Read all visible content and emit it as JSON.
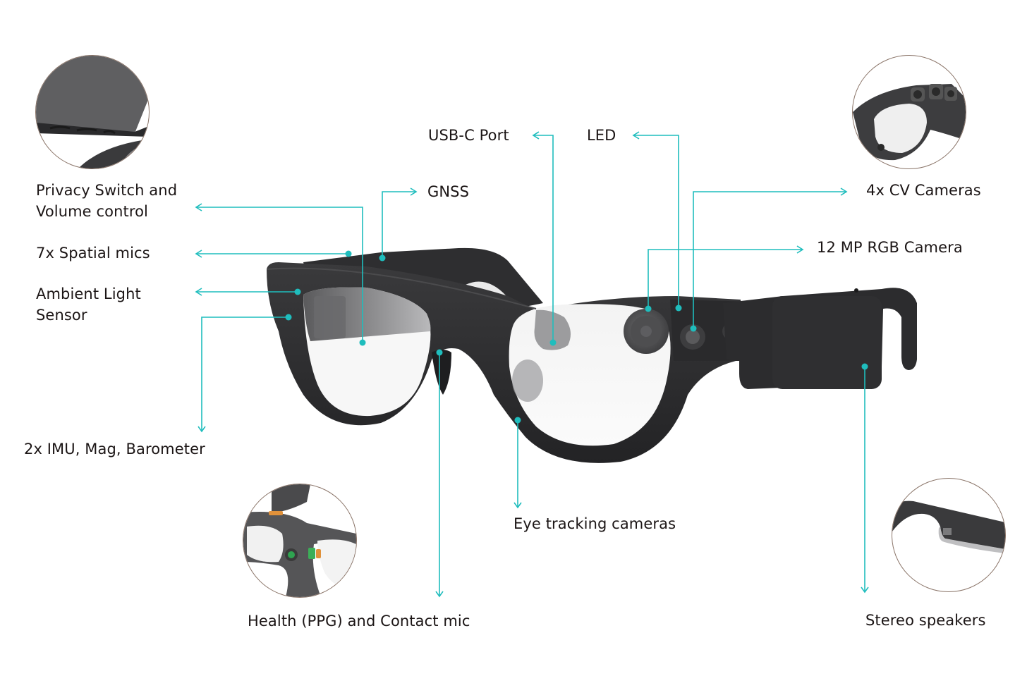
{
  "diagram": {
    "subject": "Smart glasses hardware component callouts",
    "accent_color": "#1fbdbd",
    "frame_color": "#2b2b2d",
    "labels": {
      "privacy_switch": [
        "Privacy Switch and",
        "Volume control"
      ],
      "spatial_mics": "7x Spatial mics",
      "ambient_light": [
        "Ambient Light",
        "Sensor"
      ],
      "imu": "2x IMU, Mag, Barometer",
      "usb_c": "USB-C Port",
      "led": "LED",
      "gnss": "GNSS",
      "cv_cameras": "4x CV Cameras",
      "rgb_camera": "12 MP RGB Camera",
      "eye_tracking": "Eye tracking cameras",
      "health": "Health (PPG) and Contact mic",
      "stereo_speakers": "Stereo speakers"
    },
    "insets": [
      {
        "name": "privacy-switch-detail",
        "position": "top-left"
      },
      {
        "name": "cv-cameras-detail",
        "position": "top-right"
      },
      {
        "name": "health-sensor-detail",
        "position": "bottom-left-center"
      },
      {
        "name": "speaker-detail",
        "position": "bottom-right"
      }
    ]
  }
}
